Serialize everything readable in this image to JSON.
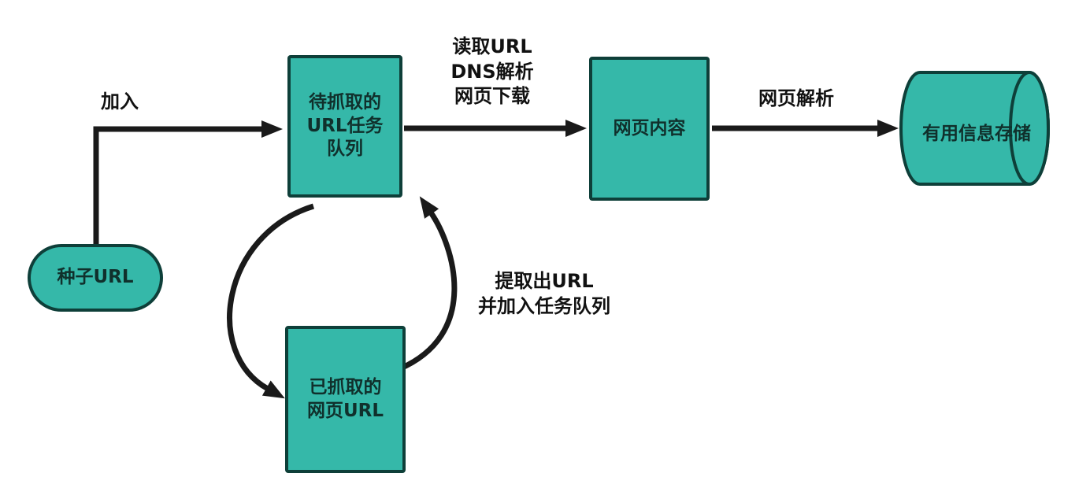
{
  "diagram": {
    "title": "web-crawler-flow",
    "colors": {
      "background": "#ffffff",
      "node_fill": "#35b8a9",
      "node_stroke": "#0e3f39",
      "arrow_color": "#1a1a1a",
      "text_color": "#10302c"
    },
    "nodes": {
      "seed_url": {
        "label": "种子URL",
        "shape": "pill"
      },
      "task_queue": {
        "lines": [
          "待抓取的",
          "URL任务",
          "队列"
        ],
        "shape": "rect"
      },
      "page_content": {
        "label": "网页内容",
        "shape": "rect"
      },
      "storage": {
        "label": "有用信息存储",
        "shape": "cylinder"
      },
      "crawled_url": {
        "lines": [
          "已抓取的",
          "网页URL"
        ],
        "shape": "rect"
      }
    },
    "edges": {
      "join": {
        "label": "加入"
      },
      "fetch": {
        "lines": [
          "读取URL",
          "DNS解析",
          "网页下载"
        ]
      },
      "parse": {
        "label": "网页解析"
      },
      "extract": {
        "lines": [
          "提取出URL",
          "并加入任务队列"
        ]
      }
    }
  }
}
